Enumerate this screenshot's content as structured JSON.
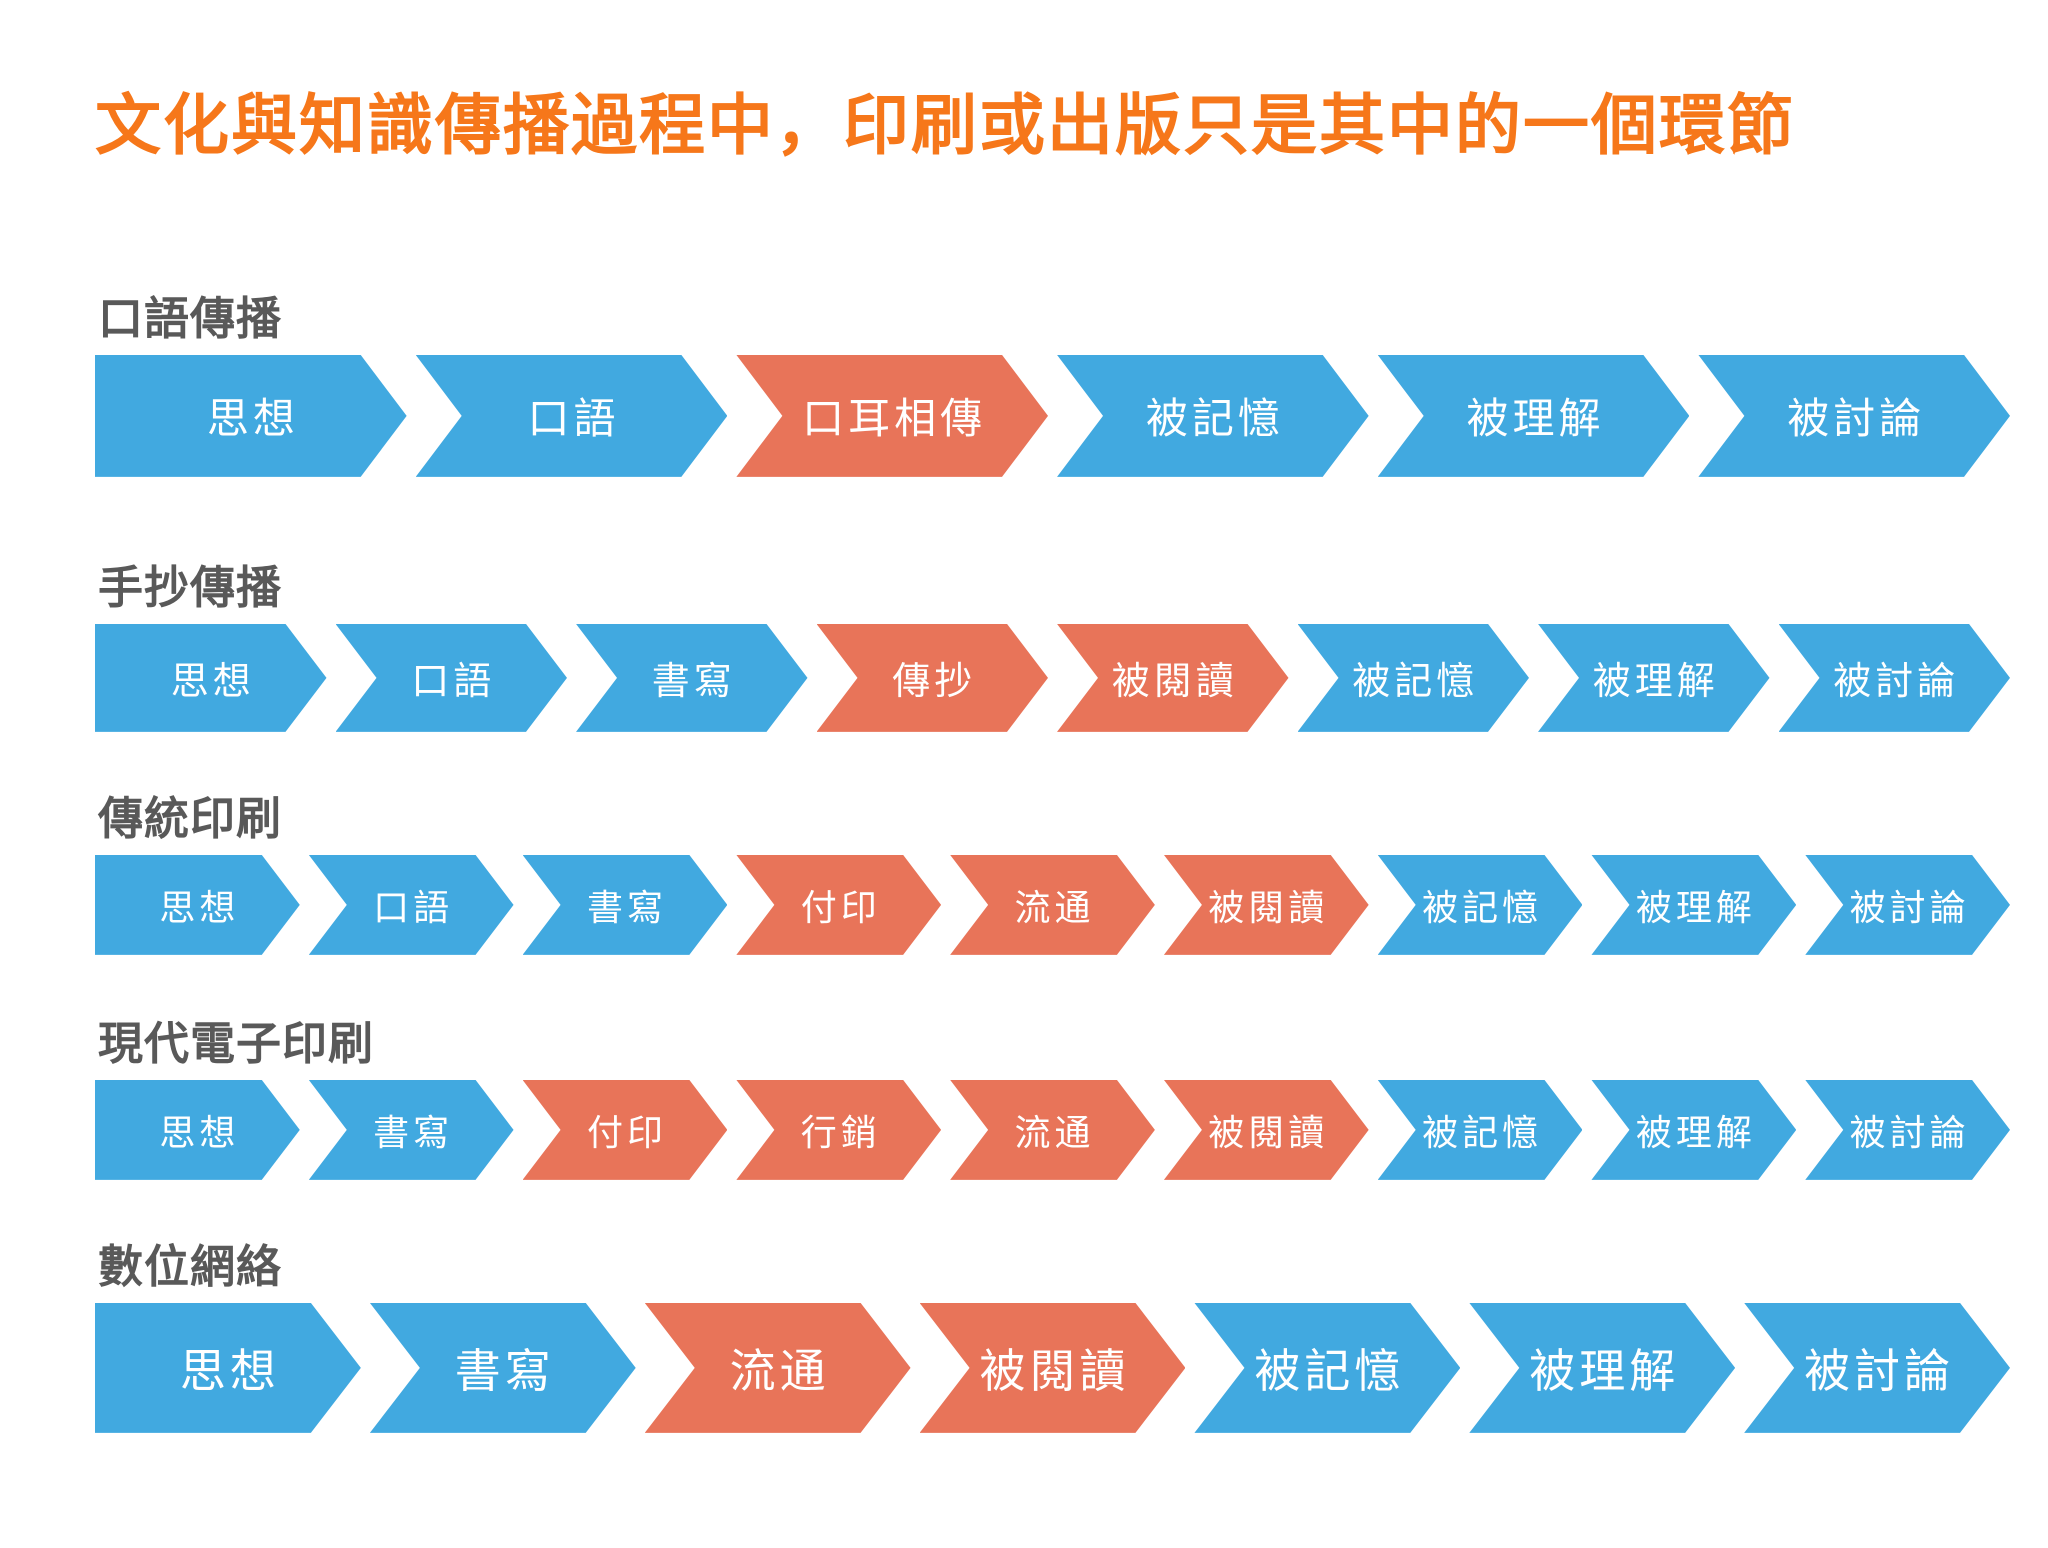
{
  "title": "文化與知識傳播過程中，印刷或出版只是其中的一個環節",
  "colors": {
    "title": "#F6771A",
    "row_label": "#595959",
    "step_normal": "#41A9E0",
    "step_highlight": "#E87459",
    "step_text": "#FFFFFF",
    "background": "#FFFFFF"
  },
  "rows": [
    {
      "label": "口語傳播",
      "steps": [
        {
          "text": "思想",
          "highlight": false
        },
        {
          "text": "口語",
          "highlight": false
        },
        {
          "text": "口耳相傳",
          "highlight": true
        },
        {
          "text": "被記憶",
          "highlight": false
        },
        {
          "text": "被理解",
          "highlight": false
        },
        {
          "text": "被討論",
          "highlight": false
        }
      ]
    },
    {
      "label": "手抄傳播",
      "steps": [
        {
          "text": "思想",
          "highlight": false
        },
        {
          "text": "口語",
          "highlight": false
        },
        {
          "text": "書寫",
          "highlight": false
        },
        {
          "text": "傳抄",
          "highlight": true
        },
        {
          "text": "被閱讀",
          "highlight": true
        },
        {
          "text": "被記憶",
          "highlight": false
        },
        {
          "text": "被理解",
          "highlight": false
        },
        {
          "text": "被討論",
          "highlight": false
        }
      ]
    },
    {
      "label": "傳統印刷",
      "steps": [
        {
          "text": "思想",
          "highlight": false
        },
        {
          "text": "口語",
          "highlight": false
        },
        {
          "text": "書寫",
          "highlight": false
        },
        {
          "text": "付印",
          "highlight": true
        },
        {
          "text": "流通",
          "highlight": true
        },
        {
          "text": "被閱讀",
          "highlight": true
        },
        {
          "text": "被記憶",
          "highlight": false
        },
        {
          "text": "被理解",
          "highlight": false
        },
        {
          "text": "被討論",
          "highlight": false
        }
      ]
    },
    {
      "label": "現代電子印刷",
      "steps": [
        {
          "text": "思想",
          "highlight": false
        },
        {
          "text": "書寫",
          "highlight": false
        },
        {
          "text": "付印",
          "highlight": true
        },
        {
          "text": "行銷",
          "highlight": true
        },
        {
          "text": "流通",
          "highlight": true
        },
        {
          "text": "被閱讀",
          "highlight": true
        },
        {
          "text": "被記憶",
          "highlight": false
        },
        {
          "text": "被理解",
          "highlight": false
        },
        {
          "text": "被討論",
          "highlight": false
        }
      ]
    },
    {
      "label": "數位網絡",
      "steps": [
        {
          "text": "思想",
          "highlight": false
        },
        {
          "text": "書寫",
          "highlight": false
        },
        {
          "text": "流通",
          "highlight": true
        },
        {
          "text": "被閱讀",
          "highlight": true
        },
        {
          "text": "被記憶",
          "highlight": false
        },
        {
          "text": "被理解",
          "highlight": false
        },
        {
          "text": "被討論",
          "highlight": false
        }
      ]
    }
  ]
}
